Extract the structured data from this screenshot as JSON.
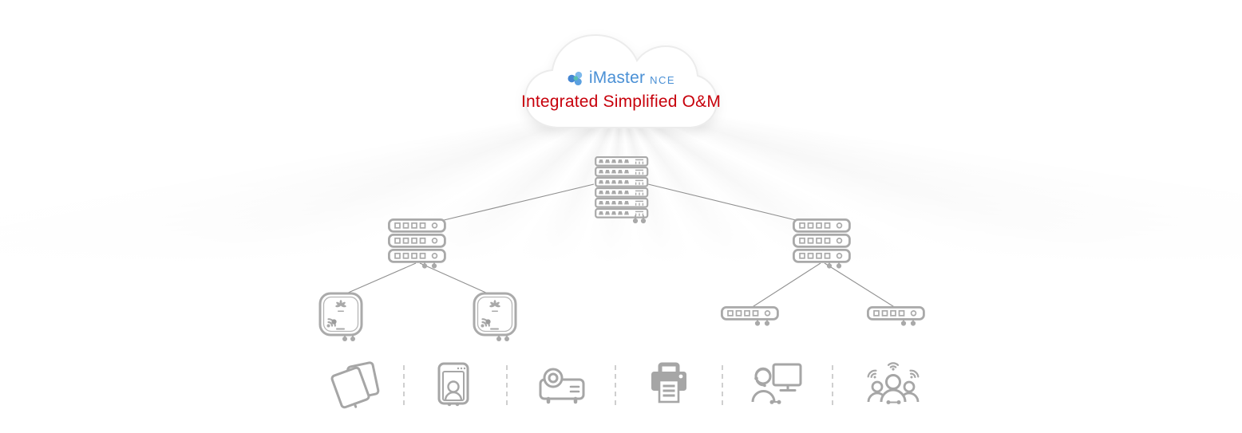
{
  "cloud": {
    "brand": "iMaster",
    "brand_suffix": "NCE",
    "caption": "Integrated Simplified O&M",
    "brand_color": "#4a90d5",
    "caption_color": "#c7000b"
  },
  "colors": {
    "device_gray": "#a9a9a9",
    "endpoint_gray": "#a6a6a6",
    "link_line": "#909090",
    "divider": "#cfcfcf",
    "logo_blue_dark": "#4586d2",
    "logo_blue_light": "#7db9ec",
    "logo_teal": "#58c0b2"
  },
  "topology": {
    "nodes": [
      {
        "id": "core-switch-stack",
        "icon": "switch-stack-6u-icon"
      },
      {
        "id": "left-aggregation-stack",
        "icon": "switch-stack-3u-icon"
      },
      {
        "id": "right-aggregation-stack",
        "icon": "switch-stack-3u-icon"
      },
      {
        "id": "access-point-1",
        "icon": "wireless-ap-icon"
      },
      {
        "id": "access-point-2",
        "icon": "wireless-ap-icon"
      },
      {
        "id": "access-switch-1",
        "icon": "switch-1u-icon"
      },
      {
        "id": "access-switch-2",
        "icon": "switch-1u-icon"
      }
    ],
    "links": [
      {
        "from": "core-switch-stack",
        "to": "left-aggregation-stack"
      },
      {
        "from": "core-switch-stack",
        "to": "right-aggregation-stack"
      },
      {
        "from": "left-aggregation-stack",
        "to": "access-point-1"
      },
      {
        "from": "left-aggregation-stack",
        "to": "access-point-2"
      },
      {
        "from": "right-aggregation-stack",
        "to": "access-switch-1"
      },
      {
        "from": "right-aggregation-stack",
        "to": "access-switch-2"
      }
    ]
  },
  "endpoints": [
    {
      "icon": "tablets-icon"
    },
    {
      "icon": "face-terminal-icon"
    },
    {
      "icon": "projector-icon"
    },
    {
      "icon": "printer-icon"
    },
    {
      "icon": "support-agent-monitor-icon"
    },
    {
      "icon": "wireless-users-icon"
    }
  ]
}
